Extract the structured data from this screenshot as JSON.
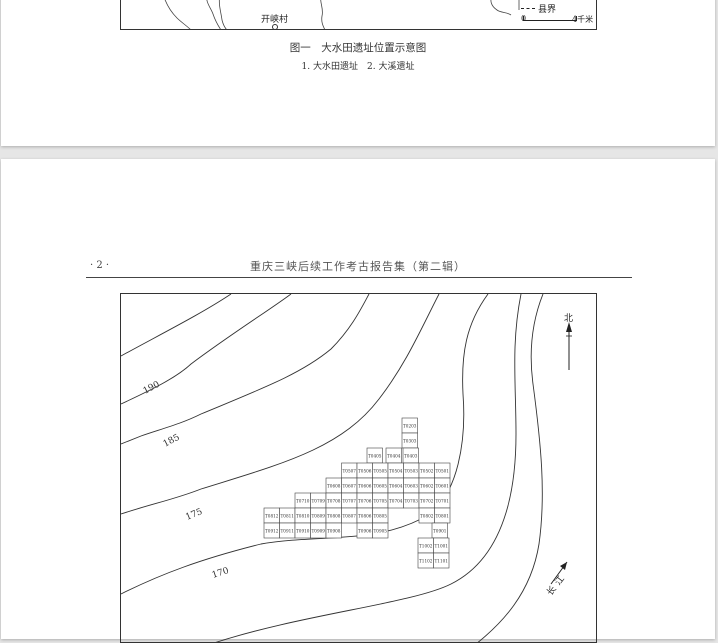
{
  "page1": {
    "location_label": "开峡村",
    "legend": {
      "county_line_label": "县界",
      "scale_start": "0",
      "scale_end": "4千米"
    },
    "figure_caption": "图一　大水田遗址位置示意图",
    "figure_subcaption": "1. 大水田遗址　2. 大溪遗址"
  },
  "page2": {
    "page_number": "· 2 ·",
    "running_title": "重庆三峡后续工作考古报告集（第二辑）",
    "north_label": "北",
    "river_label": "长江",
    "contour_labels": [
      "190",
      "185",
      "175",
      "170"
    ],
    "grid_cells": [
      "T0203",
      "T0303",
      "T0405",
      "T0404",
      "T0403",
      "T0507",
      "T0506",
      "T0505",
      "T0504",
      "T0503",
      "T0502",
      "T0501",
      "T0608",
      "T0607",
      "T0606",
      "T0605",
      "T0604",
      "T0603",
      "T0602",
      "T0601",
      "T0710",
      "T0709",
      "T0708",
      "T0707",
      "T0706",
      "T0705",
      "T0704",
      "T0703",
      "T0702",
      "T0701",
      "T0812",
      "T0811",
      "T0810",
      "T0809",
      "T0808",
      "T0807",
      "T0806",
      "T0805",
      "T0802",
      "T0801",
      "T0912",
      "T0911",
      "T0910",
      "T0909",
      "T0908",
      "T0906",
      "T0905",
      "T0901",
      "T1002",
      "T1001",
      "T1102",
      "T1101"
    ]
  }
}
